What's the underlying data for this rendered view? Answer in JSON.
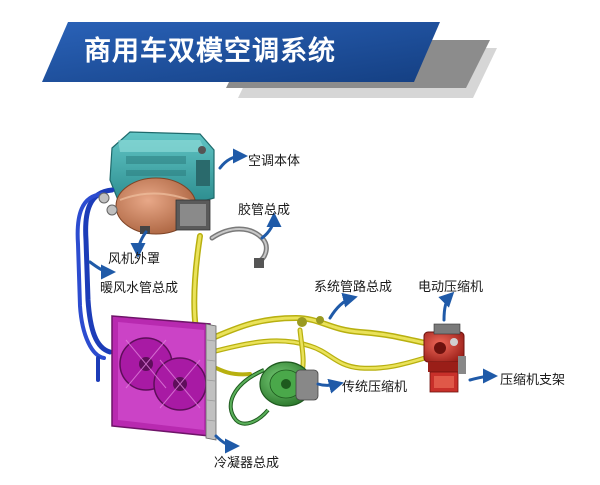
{
  "title": "商用车双模空调系统",
  "colors": {
    "banner_blue": "#1d4f9c",
    "banner_gray": "#8c8c8c",
    "arrow_blue": "#1f5aa8",
    "hvac_teal": "#3aa6a8",
    "blower_copper": "#c8805a",
    "condenser_magenta": "#c23ab8",
    "pipe_yellow": "#d8d21c",
    "compressor_green": "#3a9a3a",
    "compressor_red": "#c8302a"
  },
  "labels": {
    "hvac_body": "空调本体",
    "hose_assembly": "胶管总成",
    "blower_cover": "风机外罩",
    "heater_pipe_assembly": "暖风水管总成",
    "system_pipe_assembly": "系统管路总成",
    "electric_compressor": "电动压缩机",
    "conventional_compressor": "传统压缩机",
    "compressor_bracket": "压缩机支架",
    "condenser_assembly": "冷凝器总成"
  }
}
